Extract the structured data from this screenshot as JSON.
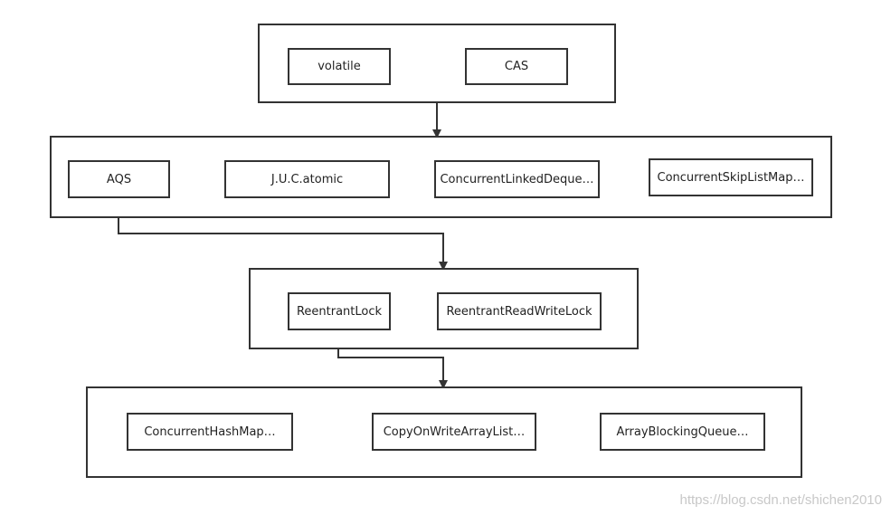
{
  "layers": [
    {
      "id": "layer-1",
      "nodes": [
        "volatile",
        "CAS"
      ]
    },
    {
      "id": "layer-2",
      "nodes": [
        "AQS",
        "J.U.C.atomic",
        "ConcurrentLinkedDeque…",
        "ConcurrentSkipListMap…"
      ]
    },
    {
      "id": "layer-3",
      "nodes": [
        "ReentrantLock",
        "ReentrantReadWriteLock"
      ]
    },
    {
      "id": "layer-4",
      "nodes": [
        "ConcurrentHashMap…",
        "CopyOnWriteArrayList…",
        "ArrayBlockingQueue…"
      ]
    }
  ],
  "edges": [
    {
      "from": "layer-1",
      "to": "layer-2"
    },
    {
      "from": "AQS",
      "to": "layer-3"
    },
    {
      "from": "ReentrantLock",
      "to": "layer-4"
    }
  ],
  "watermark": "https://blog.csdn.net/shichen2010",
  "colors": {
    "stroke": "#333333",
    "text": "#222222",
    "watermark": "#c8c8c8"
  }
}
